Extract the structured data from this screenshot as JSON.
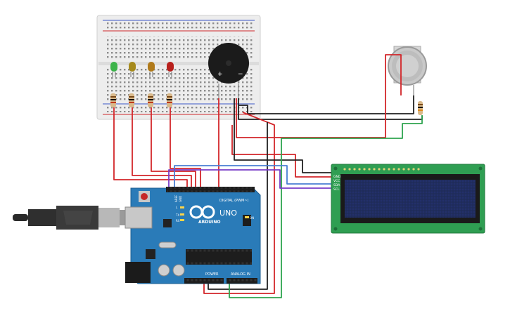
{
  "labels": {
    "arduino_brand": "ARDUINO",
    "arduino_model": "UNO",
    "digital_header": "DIGITAL (PWM~)",
    "power_header": "POWER",
    "analog_header": "ANALOG IN",
    "on_led": "ON",
    "tx_label": "TX",
    "rx_label": "RX",
    "l_label": "L",
    "aref": "AREF",
    "gnd": "GND",
    "lcd_gnd": "GND",
    "lcd_vcc": "VCC",
    "lcd_sda": "SDA",
    "lcd_scl": "SCL",
    "buzzer_plus": "+",
    "buzzer_minus": "−"
  },
  "colors": {
    "board": "#2a7bb8",
    "breadboard": "#eeeeee",
    "lcd_pcb": "#2f9e52",
    "lcd_screen": "#1e2a54",
    "wire_red": "#d3262a",
    "wire_black": "#202020",
    "wire_green": "#2ea44f",
    "wire_blue": "#4a7fd4",
    "wire_purple": "#7a3cc8",
    "led_green": "#3cb34a",
    "led_yellow": "#a68a1c",
    "led_orange": "#b07a1a",
    "led_red": "#b8201c"
  },
  "components": {
    "leds": [
      "green-led",
      "yellow-led",
      "orange-led",
      "red-led"
    ],
    "resistor_count": 5,
    "buzzer": "piezo-buzzer",
    "sensor": "gas-sensor",
    "lcd": "lcd-16x2-i2c",
    "board": "arduino-uno",
    "cable": "usb-cable"
  }
}
